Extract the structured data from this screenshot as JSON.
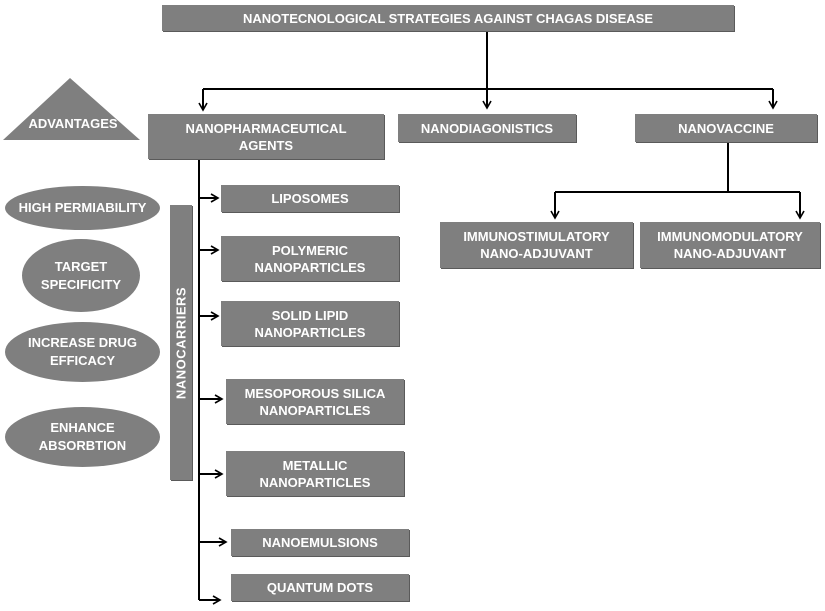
{
  "title": "NANOTECNOLOGICAL STRATEGIES AGAINST CHAGAS DISEASE",
  "advantages_label": "ADVANTAGES",
  "branches": {
    "pharma": "NANOPHARMACEUTICAL\nAGENTS",
    "diagnostics": "NANODIAGONISTICS",
    "vaccine": "NANOVACCINE"
  },
  "vaccine_children": {
    "immunostimulatory": "IMMUNOSTIMULATORY\nNANO-ADJUVANT",
    "immunomodulatory": "IMMUNOMODULATORY\nNANO-ADJUVANT"
  },
  "nanocarriers_label": "NANOCARRIERS",
  "carriers": [
    "LIPOSOMES",
    "POLYMERIC\nNANOPARTICLES",
    "SOLID LIPID\nNANOPARTICLES",
    "MESOPOROUS SILICA\nNANOPARTICLES",
    "METALLIC\nNANOPARTICLES",
    "NANOEMULSIONS",
    "QUANTUM DOTS"
  ],
  "advantages": [
    "HIGH PERMIABILITY",
    "TARGET\nSPECIFICITY",
    "INCREASE DRUG\nEFFICACY",
    "ENHANCE\nABSORBTION"
  ],
  "colors": {
    "box": "#7f7f7f",
    "text": "#ffffff",
    "line": "#000000"
  }
}
